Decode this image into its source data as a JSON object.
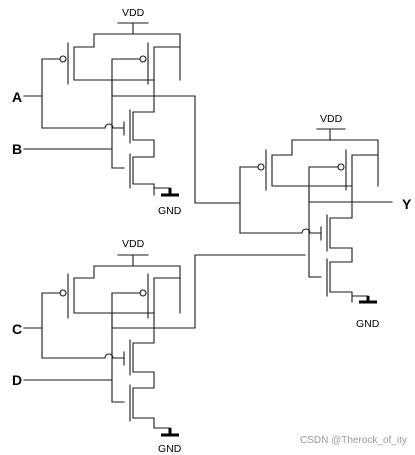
{
  "labels": {
    "vdd": "VDD",
    "gnd": "GND",
    "input_a": "A",
    "input_b": "B",
    "input_c": "C",
    "input_d": "D",
    "output_y": "Y"
  },
  "watermark": "CSDN @Therock_of_ity",
  "colors": {
    "wire": "#1a1a1a",
    "watermark": "#9a9a9a"
  }
}
